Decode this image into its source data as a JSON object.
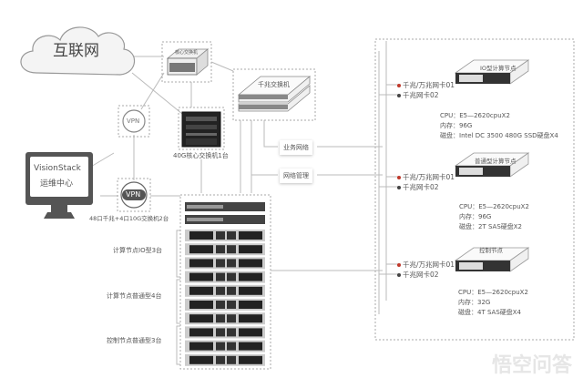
{
  "internet": {
    "label": "互联网"
  },
  "core_switch_small": {
    "label": "核心交换机"
  },
  "core_switch_40g": {
    "caption": "40G核心交换机1台"
  },
  "gigabit_switch": {
    "label": "千兆交换机"
  },
  "vpn_top": {
    "label": "VPN"
  },
  "vpn_bottom": {
    "label": "VPN"
  },
  "ops_center": {
    "line1": "VisionStack",
    "line2": "运维中心"
  },
  "access_switch": {
    "caption": "48口千兆+4口10G交换机2台"
  },
  "rack_groups": [
    {
      "label": "计算节点IO型3台"
    },
    {
      "label": "计算节点普通型4台"
    },
    {
      "label": "控制节点普通型3台"
    }
  ],
  "network_tags": {
    "business": "业务网络",
    "management": "网络管理"
  },
  "nodes": [
    {
      "title": "IO型计算节点",
      "nic1": "千兆/万兆网卡01",
      "nic2": "千兆网卡02",
      "cpu": "CPU：E5—2620cpuX2",
      "memory": "内存：96G",
      "disk": "磁盘：Intel DC 3500  480G SSD硬盘X4"
    },
    {
      "title": "普通型计算节点",
      "nic1": "千兆/万兆网卡01",
      "nic2": "千兆网卡02",
      "cpu": "CPU：E5—2620cpuX2",
      "memory": "内存：96G",
      "disk": "磁盘：2T SAS硬盘X2"
    },
    {
      "title": "控制节点",
      "nic1": "千兆/万兆网卡01",
      "nic2": "千兆网卡02",
      "cpu": "CPU：E5—2620cpuX2",
      "memory": "内存：32G",
      "disk": "磁盘：4T SAS硬盘X4"
    }
  ],
  "colors": {
    "nic1_dot": "#c0392b",
    "nic2_dot": "#444444",
    "monitor": "#555555",
    "vpn_fill": "#555555"
  },
  "watermark": "悟空问答"
}
